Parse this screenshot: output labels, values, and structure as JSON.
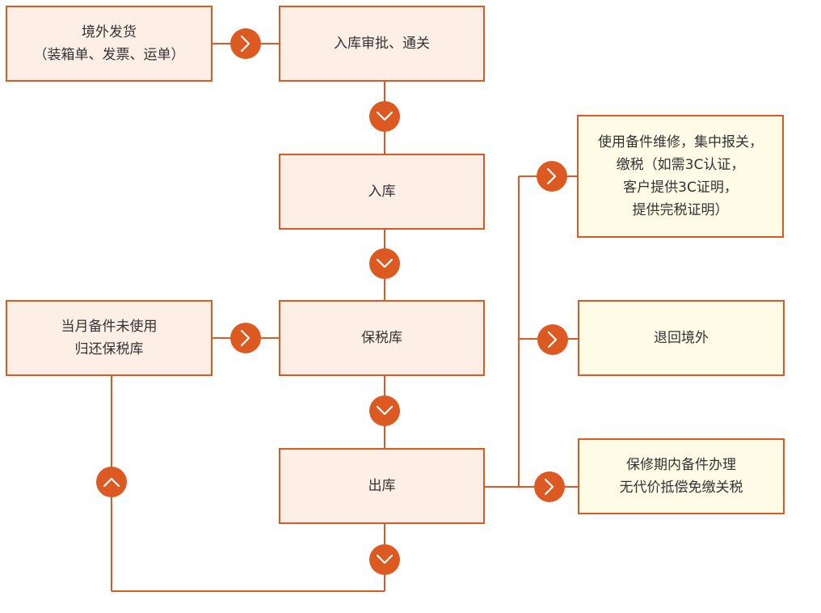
{
  "colors": {
    "accent": "#dc5a22",
    "box_fill": "#fdeee6",
    "result_fill": "#fefbe6",
    "text": "#333333",
    "icon": "#ffffff"
  },
  "nodes": {
    "overseas_shipping": {
      "line1": "境外发货",
      "line2": "（装箱单、发票、运单）"
    },
    "inbound_approval": {
      "line1": "入库审批、通关"
    },
    "inbound": {
      "line1": "入库"
    },
    "bonded_warehouse": {
      "line1": "保税库"
    },
    "outbound": {
      "line1": "出库"
    },
    "unused_return": {
      "line1": "当月备件未使用",
      "line2": "归还保税库"
    },
    "repair_declare": {
      "line1": "使用备件维修，集中报关，",
      "line2": "缴税（如需3C认证，",
      "line3": "客户提供3C证明，",
      "line4": "提供完税证明）"
    },
    "return_abroad": {
      "line1": "退回境外"
    },
    "warranty_exempt": {
      "line1": "保修期内备件办理",
      "line2": "无代价抵偿免缴关税"
    }
  },
  "icons": {
    "right": "chevron-right-icon",
    "down": "chevron-down-icon",
    "up": "chevron-up-icon"
  }
}
